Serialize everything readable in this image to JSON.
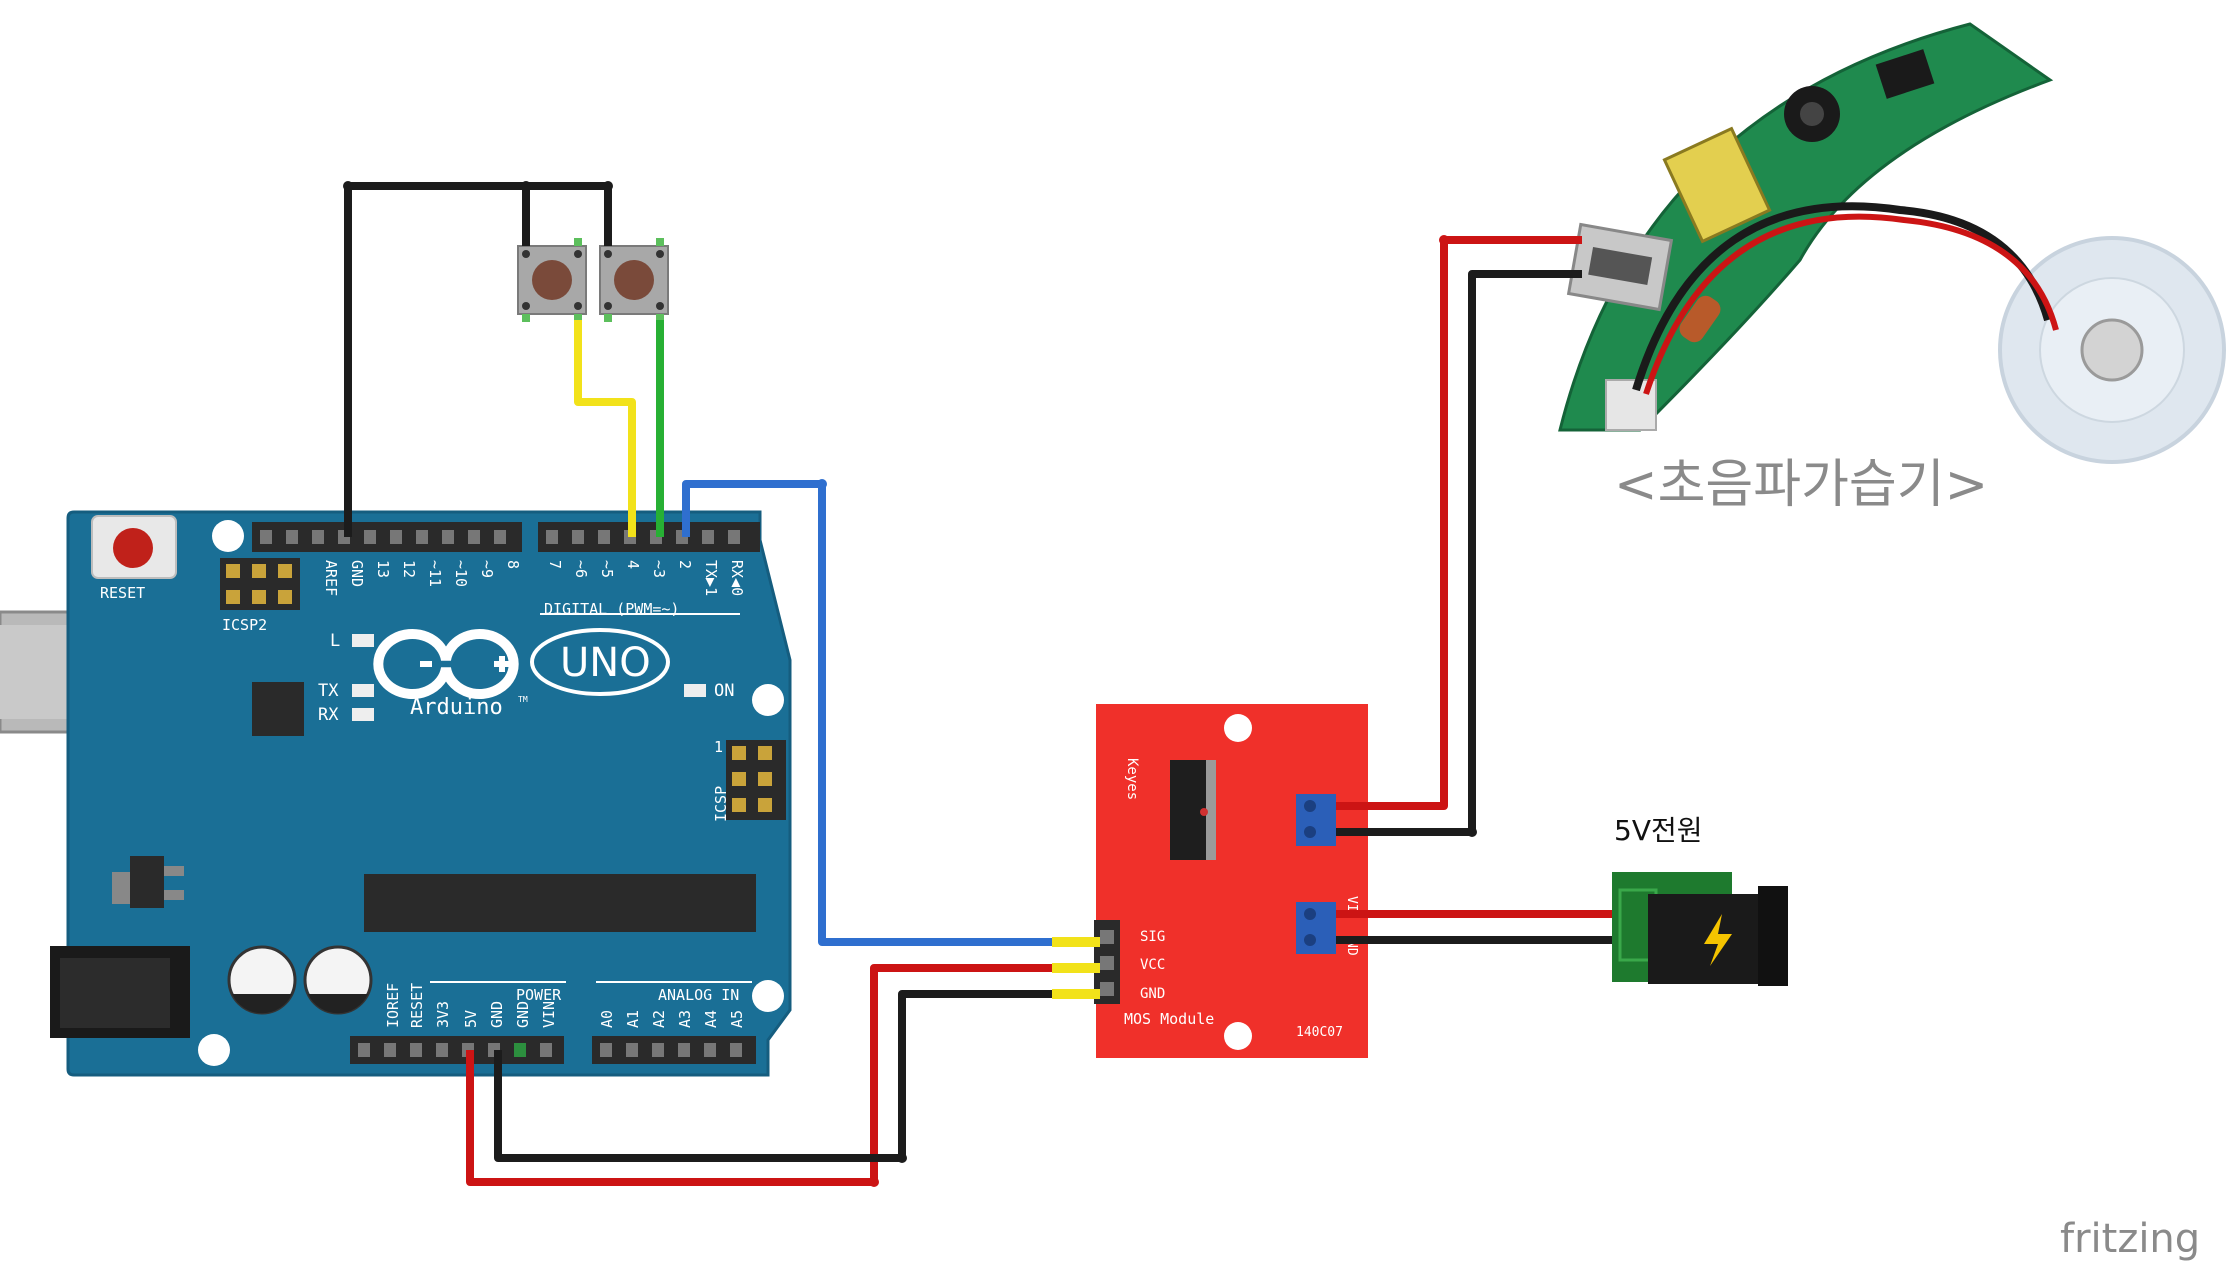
{
  "arduino": {
    "reset_label": "RESET",
    "icsp2_label": "ICSP2",
    "icsp_label": "ICSP",
    "icsp_pin1": "1",
    "brand_label": "Arduino",
    "trademark": "TM",
    "model_label": "UNO",
    "on_label": "ON",
    "led_l": "L",
    "led_tx": "TX",
    "led_rx": "RX",
    "digital_label": "DIGITAL (PWM=~)",
    "power_label": "POWER",
    "analog_label": "ANALOG IN",
    "top_pins": [
      "AREF",
      "GND",
      "13",
      "12",
      "~11",
      "~10",
      "~9",
      "8",
      "7",
      "~6",
      "~5",
      "4",
      "~3",
      "2",
      "TX▶1",
      "RX◀0"
    ],
    "bottom_pins": [
      "IOREF",
      "RESET",
      "3V3",
      "5V",
      "GND",
      "GND",
      "VIN",
      "A0",
      "A1",
      "A2",
      "A3",
      "A4",
      "A5"
    ]
  },
  "mos_module": {
    "brand": "Keyes",
    "name": "MOS Module",
    "code": "140C07",
    "pin_sig": "SIG",
    "pin_vcc": "VCC",
    "pin_gnd": "GND",
    "pin_vin": "VI",
    "pin_vin_gnd": "ND"
  },
  "labels": {
    "power_source": "5V전원",
    "humidifier": "<초음파가습기>",
    "watermark": "fritzing"
  },
  "colors": {
    "board_blue": "#1a6f96",
    "module_red": "#f0302a",
    "wire_black": "#1c1c1c",
    "wire_red": "#cc1414",
    "wire_yellow": "#f2e21a",
    "wire_green": "#27b034",
    "wire_blue": "#2f6fcf"
  }
}
